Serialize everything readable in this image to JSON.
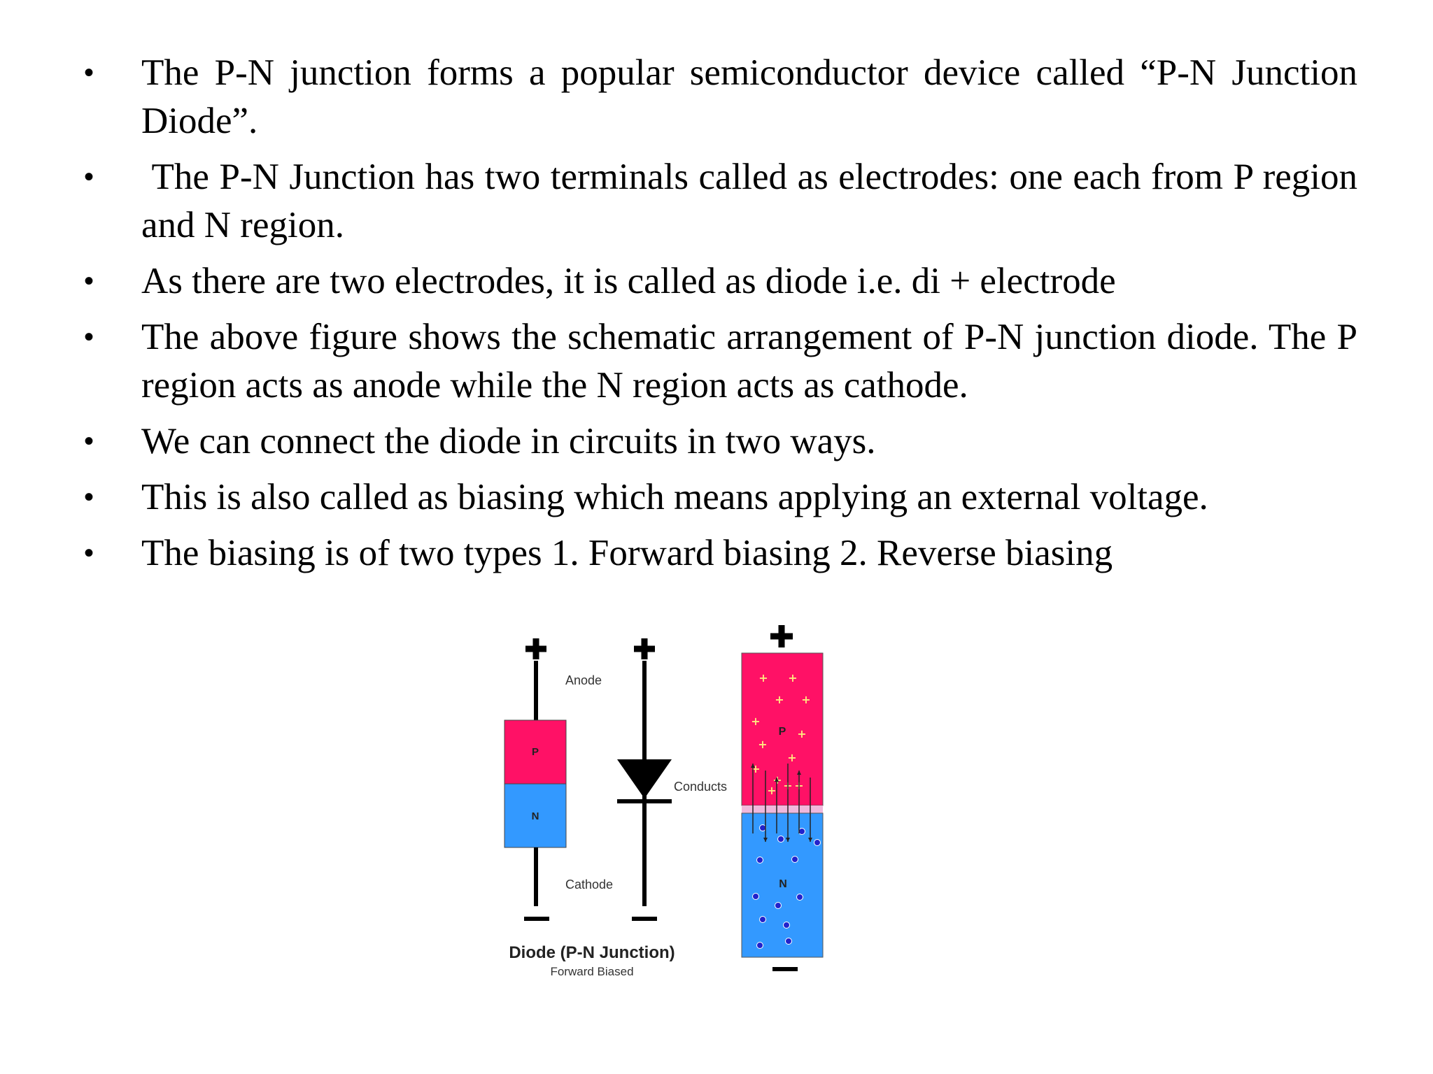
{
  "bullets": [
    "The P-N junction forms a popular semiconductor device called “P-N Junction Diode”.",
    " The P-N Junction has two terminals called as electrodes: one each from P region and N region.",
    "As there are two electrodes, it is called as diode i.e. di + electrode",
    "The above figure shows the schematic arrangement of P-N junction diode. The P region acts as anode while the N region acts as cathode.",
    "We can connect the diode in circuits in two ways.",
    "This is also called as biasing which means applying an external voltage.",
    "The biasing is of two types 1. Forward biasing 2. Reverse biasing"
  ],
  "bullet_symbol": "•",
  "figure": {
    "plus": "+",
    "minus": "–",
    "anode_label": "Anode",
    "cathode_label": "Cathode",
    "conducts_label": "Conducts",
    "p_label": "P",
    "n_label": "N",
    "title": "Diode (P-N Junction)",
    "subtitle": "Forward Biased",
    "colors": {
      "p_region": "#ff1166",
      "n_region": "#3399ff",
      "depletion": "#f0b8dc",
      "hole": "#ffe680",
      "electron": "#2222cc"
    }
  }
}
